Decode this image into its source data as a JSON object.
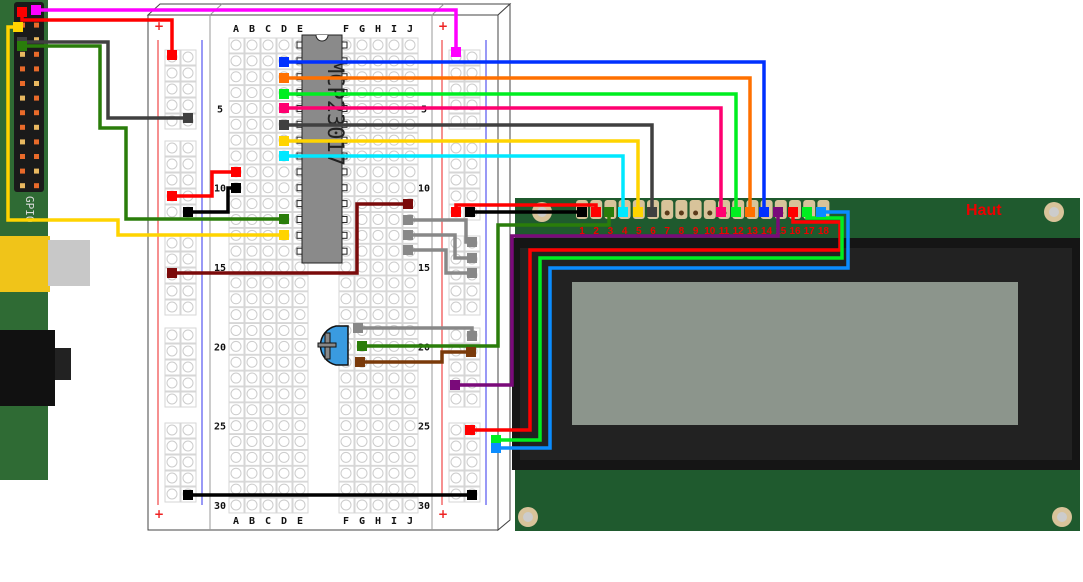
{
  "raspberry_pi": {
    "header_label": "GPIO"
  },
  "breadboard": {
    "columns_left": [
      "A",
      "B",
      "C",
      "D",
      "E"
    ],
    "columns_right": [
      "F",
      "G",
      "H",
      "I",
      "J"
    ],
    "row_labels": [
      "5",
      "10",
      "15",
      "20",
      "25",
      "30"
    ],
    "plus_sign": "+",
    "minus_sign": "|"
  },
  "chip": {
    "label": "MCP23017"
  },
  "lcd": {
    "pin_numbers": [
      "1",
      "2",
      "3",
      "4",
      "5",
      "6",
      "7",
      "8",
      "9",
      "10",
      "11",
      "12",
      "13",
      "14",
      "15",
      "16",
      "17",
      "18"
    ],
    "orientation_label": "Haut"
  },
  "colors": {
    "pcb_green": "#2f6b34",
    "lcd_pcb": "#1f5a2e",
    "screen": "#8c958c",
    "breadboard": "#ffffff",
    "hole": "#d6d6d6",
    "chip": "#8a8a8a",
    "pot": "#3a9be0"
  }
}
